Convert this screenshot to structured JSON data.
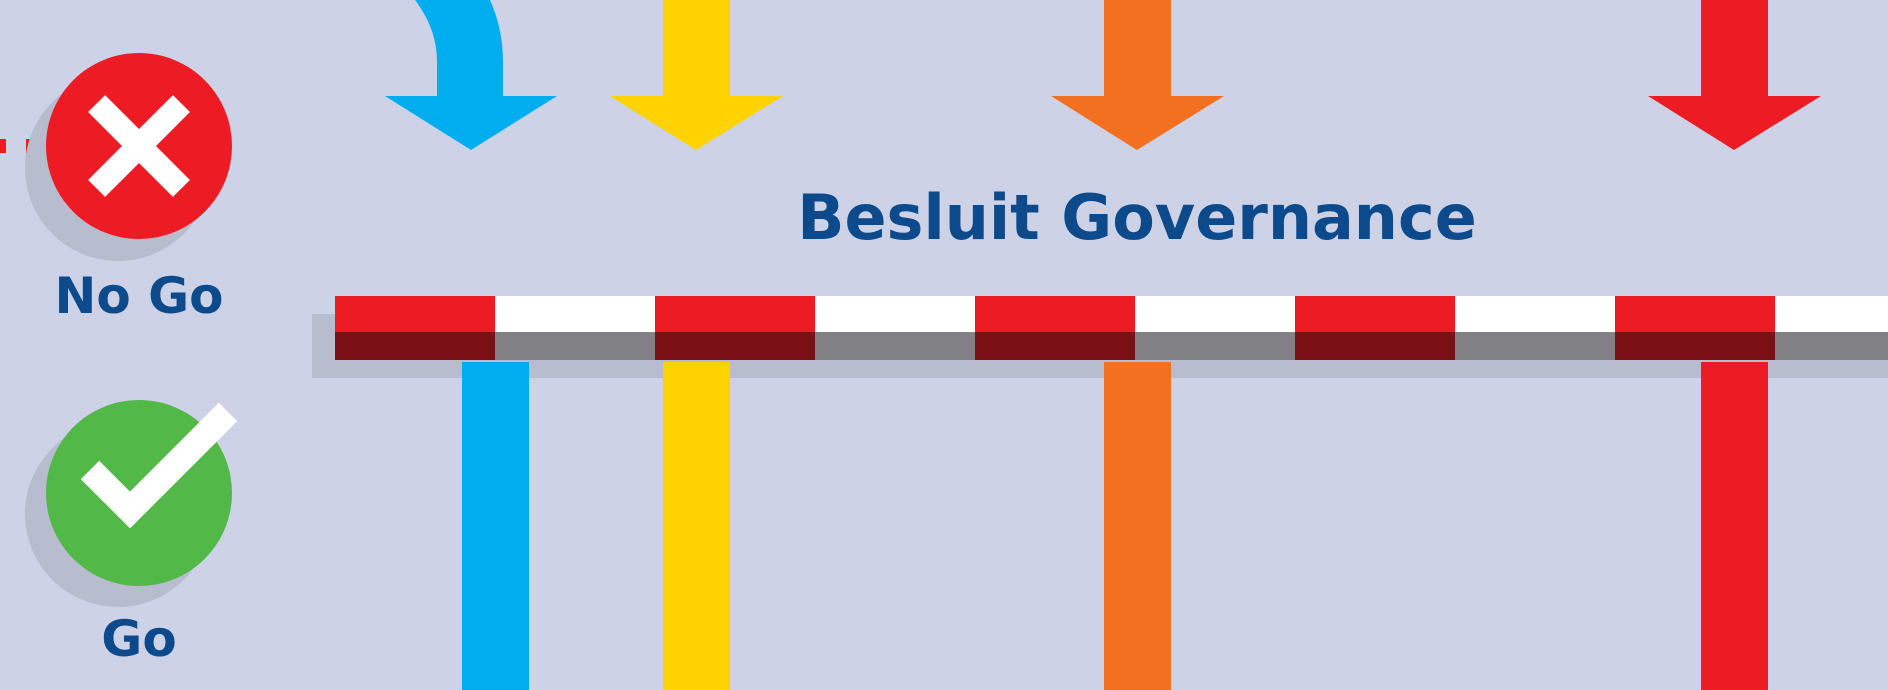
{
  "title": "Besluit Governance",
  "no_go": {
    "label": "No Go",
    "icon": "cross-icon",
    "color": "#ed1c24"
  },
  "go": {
    "label": "Go",
    "icon": "checkmark-icon",
    "color": "#52b848"
  },
  "barrier": {
    "colors": {
      "red": "#ed1c24",
      "white": "#ffffff",
      "dark_red": "#7a0f15",
      "gray": "#808085",
      "shadow": "#b8bccf"
    }
  },
  "flow_lines": [
    {
      "name": "blue",
      "color": "#00aeef",
      "entry": "curved-arrow"
    },
    {
      "name": "yellow",
      "color": "#ffd200",
      "entry": "arrow"
    },
    {
      "name": "orange",
      "color": "#f37021",
      "entry": "arrow"
    },
    {
      "name": "red",
      "color": "#ed1c24",
      "entry": "arrow"
    }
  ],
  "background_color": "#cdd2e6",
  "text_color": "#0c4a8c"
}
